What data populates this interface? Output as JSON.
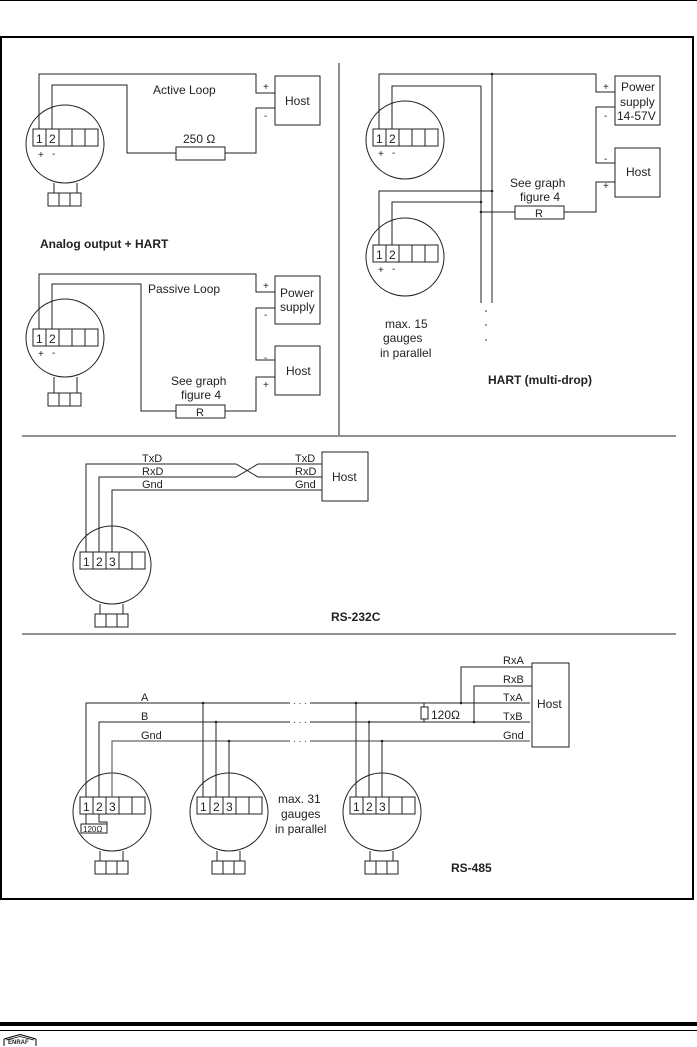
{
  "document": {
    "brand": "ENRAF",
    "brand_icon": "enraf-logo-icon"
  },
  "diagrams": {
    "active_loop": {
      "title": "Active Loop",
      "resistor": "250 Ω",
      "host": "Host",
      "terminals": [
        "1",
        "2"
      ],
      "polarity": [
        "+",
        "-"
      ],
      "host_polarity": [
        "+",
        "-"
      ]
    },
    "passive_loop": {
      "title": "Passive Loop",
      "power_supply": [
        "Power",
        "supply"
      ],
      "host": "Host",
      "resistor": "R",
      "note": [
        "See graph",
        "figure 4"
      ],
      "terminals": [
        "1",
        "2"
      ],
      "polarity": [
        "+",
        "-"
      ],
      "ps_polarity": [
        "+",
        "-"
      ],
      "host_polarity": [
        "-",
        "+"
      ]
    },
    "analog_caption": "Analog output + HART",
    "hart_multidrop": {
      "caption": "HART (multi-drop)",
      "power_supply": [
        "Power",
        "supply",
        "14-57V"
      ],
      "host": "Host",
      "resistor": "R",
      "note": [
        "See graph",
        "figure 4"
      ],
      "max_note": [
        "max. 15",
        "gauges",
        "in parallel"
      ],
      "terminals": [
        "1",
        "2"
      ],
      "polarity": [
        "+",
        "-"
      ],
      "ps_polarity": [
        "+",
        "-"
      ],
      "host_polarity": [
        "-",
        "+"
      ]
    },
    "rs232": {
      "caption": "RS-232C",
      "host": "Host",
      "left_signals": [
        "TxD",
        "RxD",
        "Gnd"
      ],
      "right_signals": [
        "TxD",
        "RxD",
        "Gnd"
      ],
      "terminals": [
        "1",
        "2",
        "3"
      ]
    },
    "rs485": {
      "caption": "RS-485",
      "host": "Host",
      "bus_signals": [
        "A",
        "B",
        "Gnd"
      ],
      "host_signals": [
        "RxA",
        "RxB",
        "TxA",
        "TxB",
        "Gnd"
      ],
      "terminator": "120Ω",
      "gauge_terminator": "120Ω",
      "dots": "· · ·",
      "max_note": [
        "max. 31",
        "gauges",
        "in parallel"
      ],
      "terminals": [
        "1",
        "2",
        "3"
      ]
    }
  }
}
